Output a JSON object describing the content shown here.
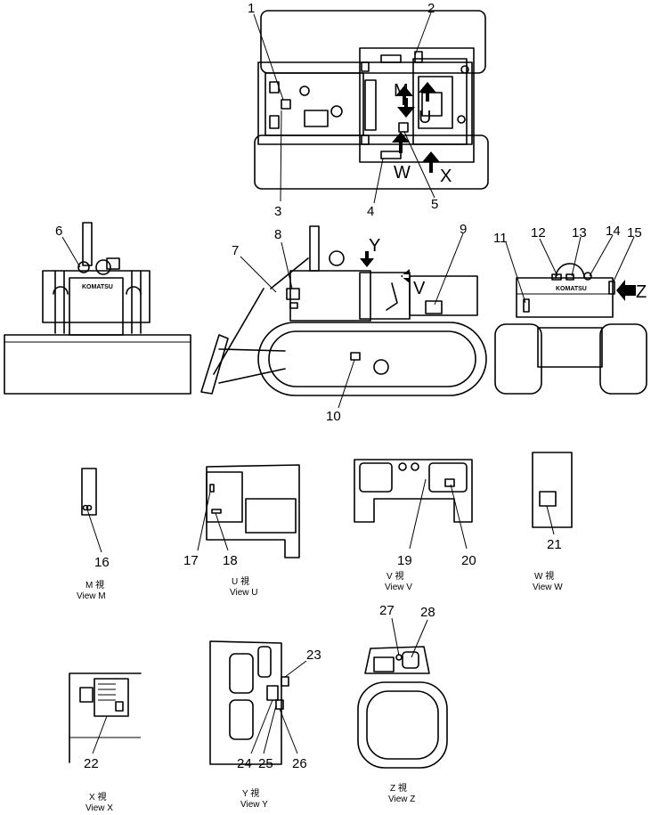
{
  "callouts": [
    "1",
    "2",
    "3",
    "4",
    "5",
    "6",
    "7",
    "8",
    "9",
    "10",
    "11",
    "12",
    "13",
    "14",
    "15",
    "16",
    "17",
    "18",
    "19",
    "20",
    "21",
    "22",
    "23",
    "24",
    "25",
    "26",
    "27",
    "28"
  ],
  "view_letters": {
    "M": "M",
    "U": "U",
    "W": "W",
    "X": "X",
    "Y": "Y",
    "V": "V",
    "Z": "Z"
  },
  "views": [
    {
      "jp": "M 視",
      "en": "View  M"
    },
    {
      "jp": "U  視",
      "en": "View  U"
    },
    {
      "jp": "V  視",
      "en": "View  V"
    },
    {
      "jp": "W  視",
      "en": "View  W"
    },
    {
      "jp": "X  視",
      "en": "View  X"
    },
    {
      "jp": "Y  視",
      "en": "View  Y"
    },
    {
      "jp": "Z  視",
      "en": "View  Z"
    }
  ],
  "brand_text": "KOMATSU"
}
